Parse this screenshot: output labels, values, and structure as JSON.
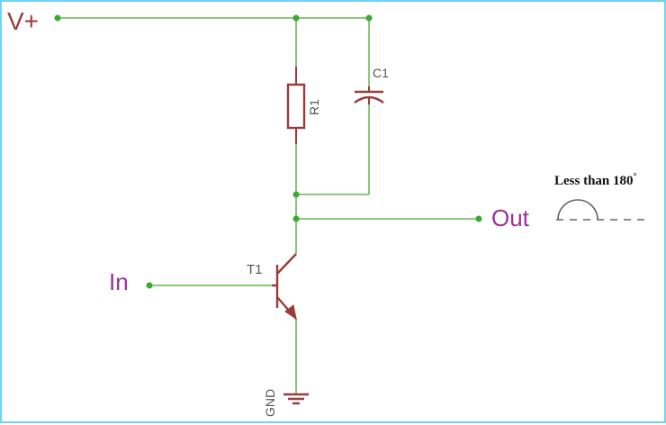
{
  "schematic": {
    "supply_label": "V+",
    "input_label": "In",
    "output_label": "Out",
    "resistor_label": "R1",
    "capacitor_label": "C1",
    "transistor_label": "T1",
    "ground_label": "GND"
  },
  "annotation": {
    "phase_text": "Less than 180",
    "degree_symbol": "°"
  },
  "colors": {
    "wire": "#79c36b",
    "node": "#3aaa35",
    "component": "#9b3b3b",
    "component_label": "#555555",
    "signal_label": "#9c2f9c",
    "supply_label": "#9b3b3b",
    "annotation_text": "#111111",
    "annotation_shape": "#666666"
  }
}
